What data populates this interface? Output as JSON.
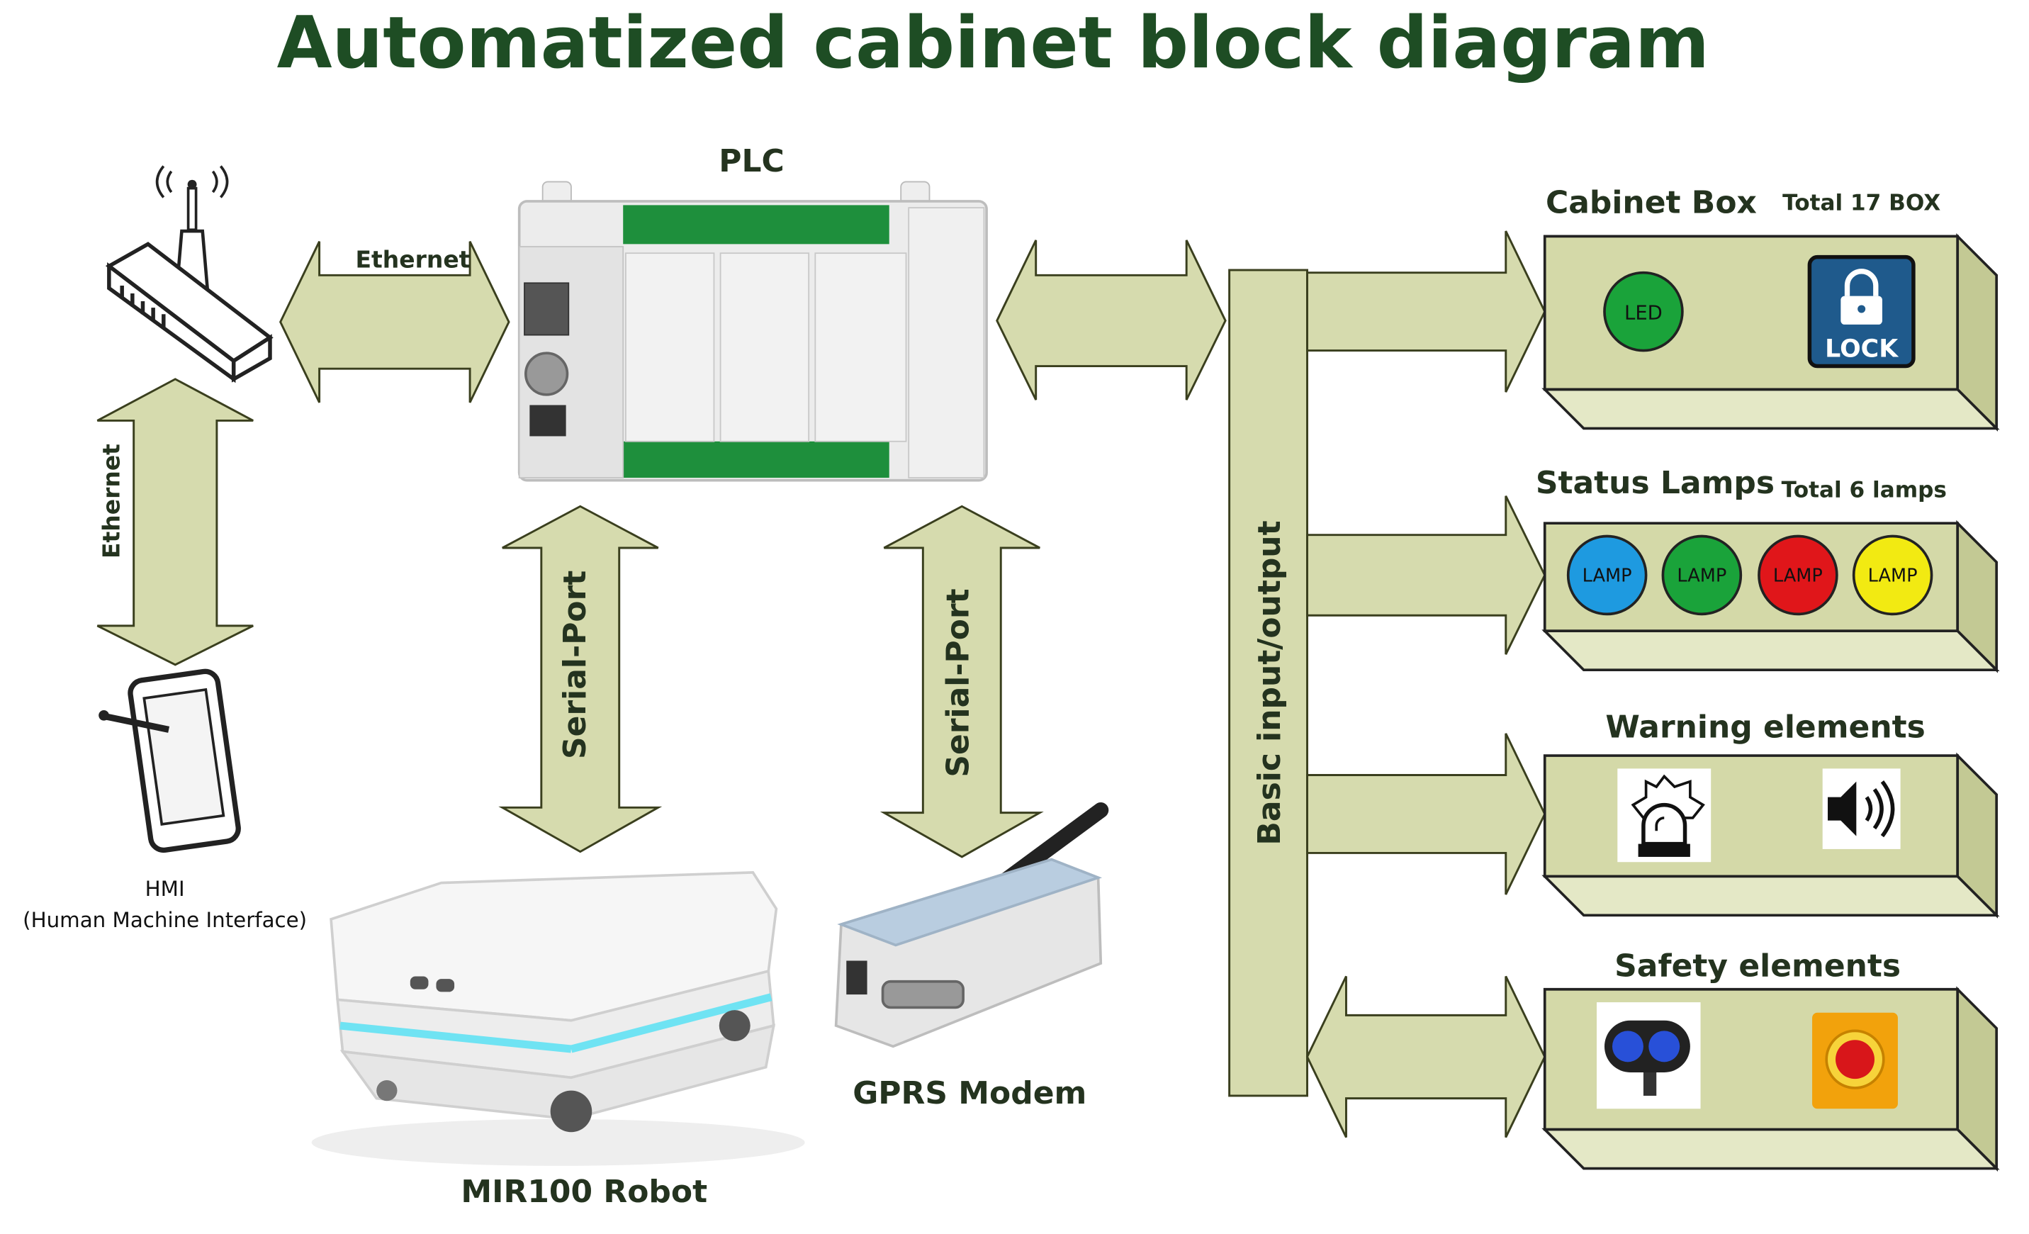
{
  "title": "Automatized cabinet block diagram",
  "labels": {
    "plc": "PLC",
    "ethernet_horizontal": "Ethernet",
    "ethernet_vertical": "Ethernet",
    "hmi_line1": "HMI",
    "hmi_line2": "(Human Machine Interface)",
    "serial_port_left": "Serial-Port",
    "serial_port_right": "Serial-Port",
    "robot": "MIR100 Robot",
    "modem": "GPRS Modem",
    "io_bus": "Basic input/output"
  },
  "groups": {
    "cabinet_box": {
      "title": "Cabinet Box",
      "note": "Total 17 BOX",
      "led_label": "LED",
      "lock_label": "LOCK"
    },
    "status_lamps": {
      "title": "Status Lamps",
      "note": "Total 6 lamps",
      "lamps": [
        {
          "label": "LAMP",
          "color": "#1e9ae0"
        },
        {
          "label": "LAMP",
          "color": "#1aa33a"
        },
        {
          "label": "LAMP",
          "color": "#e0161a"
        },
        {
          "label": "LAMP",
          "color": "#f2ea12"
        }
      ]
    },
    "warning_elements": {
      "title": "Warning elements"
    },
    "safety_elements": {
      "title": "Safety elements"
    }
  },
  "colors": {
    "title": "#1e4d24",
    "arrow_fill": "#d6dbae",
    "box_face": "#d4d9a8",
    "led_green": "#1aa33a",
    "lock_blue": "#1f5a8c"
  }
}
